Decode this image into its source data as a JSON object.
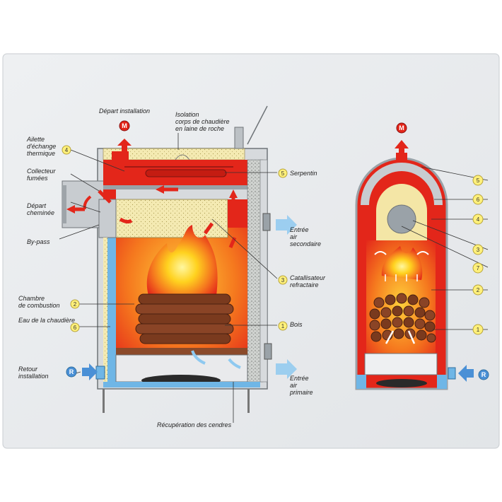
{
  "labels": {
    "depart_installation": "Départ installation",
    "isolation_line1": "Isolation",
    "isolation_line2": "corps de chaudière",
    "isolation_line3": "en laine de roche",
    "ailette_line1": "Ailette",
    "ailette_line2": "d'échange",
    "ailette_line3": "thermique",
    "collecteur_line1": "Collecteur",
    "collecteur_line2": "fumées",
    "depart_cheminee_line1": "Départ",
    "depart_cheminee_line2": "cheminée",
    "bypass": "By-pass",
    "chambre_line1": "Chambre",
    "chambre_line2": "de combustion",
    "eau": "Eau de la chaudière",
    "retour_line1": "Retour",
    "retour_line2": "installation",
    "serpentin": "Serpentin",
    "entree_sec_line1": "Entrée",
    "entree_sec_line2": "air",
    "entree_sec_line3": "secondaire",
    "catalyseur_line1": "Catallisateur",
    "catalyseur_line2": "refractaire",
    "bois": "Bois",
    "entree_prim_line1": "Entrée",
    "entree_prim_line2": "air",
    "entree_prim_line3": "primaire",
    "recuperation": "Récupération des cendres"
  },
  "markers": {
    "m": "M",
    "r": "R",
    "left": {
      "n4": "4",
      "n5": "5",
      "n3": "3",
      "n2": "2",
      "n6": "6",
      "n1": "1"
    },
    "right": {
      "n5": "5",
      "n6": "6",
      "n4": "4",
      "n3": "3",
      "n7": "7",
      "n2": "2",
      "n1": "1"
    }
  },
  "colors": {
    "fire_red": "#e3261a",
    "fire_orange": "#f5781e",
    "fire_yellow": "#ffd21f",
    "insulation": "#f6e8a8",
    "water_blue": "#6fb6e6",
    "wood": "#7a3a1e",
    "metal": "#9aa2a8",
    "badge_yellow": "#fff07a",
    "badge_red": "#e3261a",
    "badge_blue": "#4a90d6"
  }
}
